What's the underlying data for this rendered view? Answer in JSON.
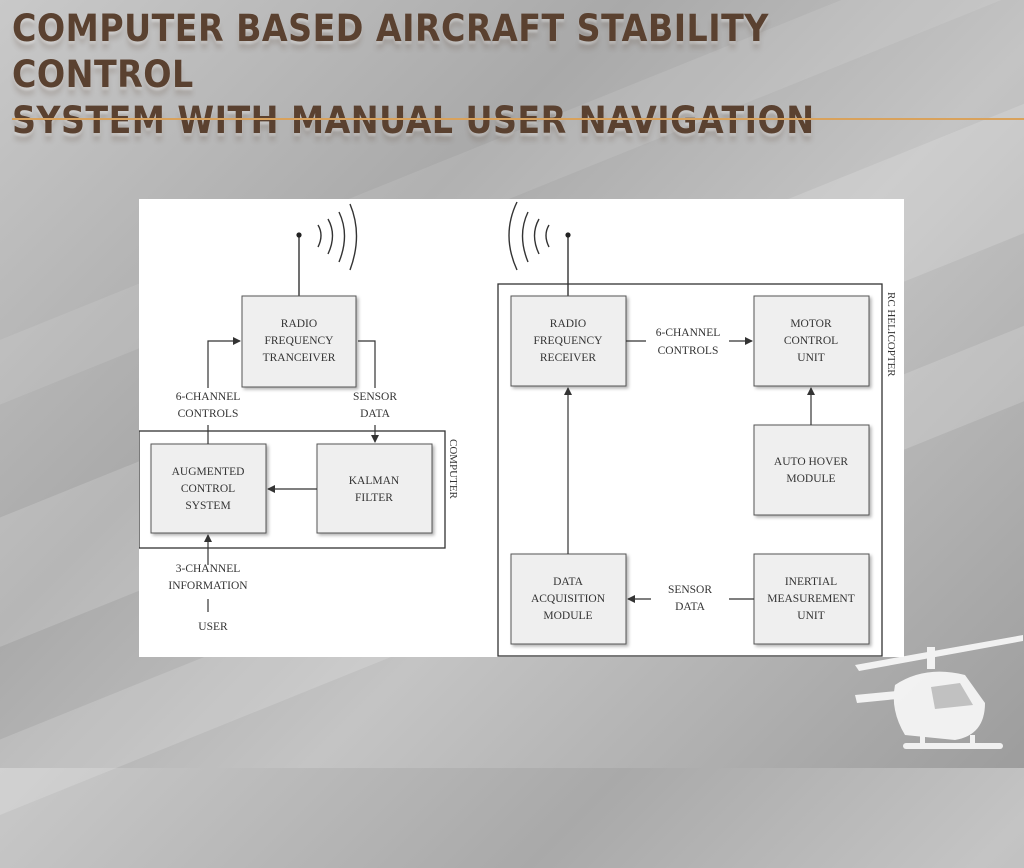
{
  "slide": {
    "title_line1": "COMPUTER BASED AIRCRAFT STABILITY CONTROL",
    "title_line2": "SYSTEM WITH MANUAL USER NAVIGATION"
  },
  "diagram": {
    "computer_side": {
      "group_label": "COMPUTER",
      "rf_transceiver": [
        "RADIO",
        "FREQUENCY",
        "TRANCEIVER"
      ],
      "augmented_control": [
        "AUGMENTED",
        "CONTROL",
        "SYSTEM"
      ],
      "kalman_filter": [
        "KALMAN",
        "FILTER"
      ],
      "label_6ch": [
        "6-CHANNEL",
        "CONTROLS"
      ],
      "label_sensor": [
        "SENSOR",
        "DATA"
      ],
      "label_3ch": [
        "3-CHANNEL",
        "INFORMATION"
      ],
      "label_user": "USER"
    },
    "helicopter_side": {
      "group_label": "RC HELICOPTER",
      "rf_receiver": [
        "RADIO",
        "FREQUENCY",
        "RECEIVER"
      ],
      "motor_control": [
        "MOTOR",
        "CONTROL",
        "UNIT"
      ],
      "auto_hover": [
        "AUTO HOVER",
        "MODULE"
      ],
      "data_acquisition": [
        "DATA",
        "ACQUISITION",
        "MODULE"
      ],
      "imu": [
        "INERTIAL",
        "MEASUREMENT",
        "UNIT"
      ],
      "label_6ch": [
        "6-CHANNEL",
        "CONTROLS"
      ],
      "label_sensor": [
        "SENSOR",
        "DATA"
      ]
    }
  }
}
